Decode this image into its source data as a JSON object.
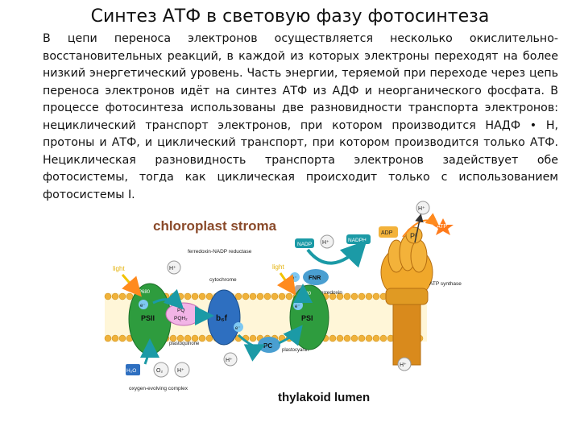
{
  "slide": {
    "title": "Синтез АТФ в световую фазу фотосинтеза",
    "paragraph": "В цепи переноса электронов осуществляется несколько окислительно-восстановительных реакций, в каждой из которых электроны переходят на более низкий энергетический уровень. Часть энергии, теряемой при переходе через цепь переноса электронов идёт на синтез АТФ из АДФ и неорганического фосфата. В процессе фотосинтеза использованы две разновидности транспорта электронов: нециклический транспорт электронов, при котором производится НАДФ • Н, протоны и АТФ, и циклический транспорт, при котором производится только АТФ. Нециклическая разновидность транспорта электронов задействует обе фотосистемы, тогда как циклическая происходит только с использованием фотосистемы I."
  },
  "diagram": {
    "top_label": "chloroplast stroma",
    "bottom_label": "thylakoid lumen",
    "labels": {
      "ferredoxin_nadp_reductase": "ferredoxin-NADP reductase",
      "cytochrome": "cytochrome",
      "light1": "light",
      "light2": "light",
      "p680": "P680",
      "p700": "P700",
      "psii": "PSII",
      "psi": "PSI",
      "pq": "PQ",
      "pqh2": "PQH₂",
      "b6f": "b₆f",
      "plastoquinone": "plastoquinone",
      "pc": "PC",
      "plastocyanin": "plastocyanin",
      "fnr": "FNR",
      "fd": "Fd",
      "ferredoxin": "ferredoxin",
      "atp_synthase": "ATP synthase",
      "nadp": "NADP",
      "nadph": "NADPH",
      "adp": "ADP",
      "pi": "Pi",
      "atp": "ATP",
      "h_plus": "H⁺",
      "e_minus": "e⁻",
      "h2o": "H₂O",
      "o2": "O₂",
      "oec": "oxygen-evolving complex"
    },
    "colors": {
      "membrane": "#f0b23a",
      "psii": "#2e9c3e",
      "psi": "#2e9c3e",
      "cytochrome": "#2e6fc0",
      "atp_synthase": "#e8a12a",
      "hplus_circle": "#f2f2f2",
      "arrow_orange": "#ff8a1e",
      "arrow_teal": "#1b9aa6"
    }
  }
}
